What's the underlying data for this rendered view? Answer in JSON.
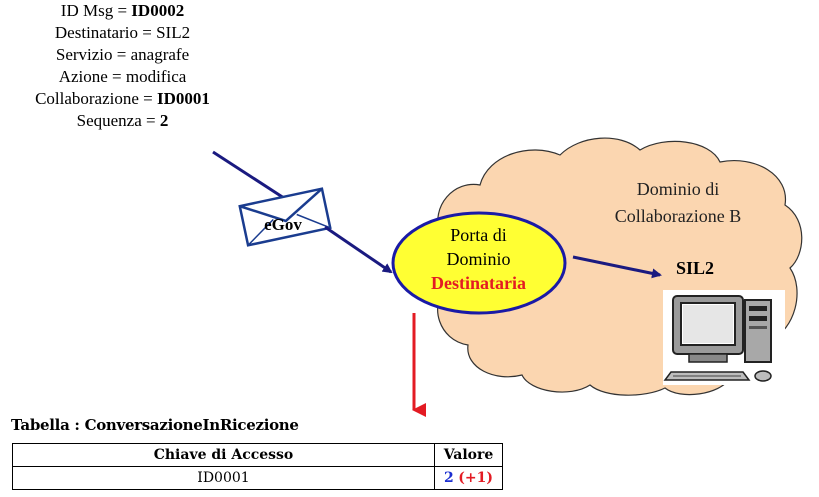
{
  "message": {
    "id_label": "ID Msg = ",
    "id_value": "ID0002",
    "destinatario": "Destinatario = SIL2",
    "servizio": "Servizio = anagrafe",
    "azione": "Azione = modifica",
    "collab_label": "Collaborazione = ",
    "collab_value": "ID0001",
    "seq_label": "Sequenza = ",
    "seq_value": "2"
  },
  "envelope": {
    "label": "eGov"
  },
  "cloud": {
    "line1": "Dominio di",
    "line2": "Collaborazione B"
  },
  "porta": {
    "line1": "Porta di",
    "line2": "Dominio",
    "line3": "Destinataria"
  },
  "sil": {
    "label": "SIL2"
  },
  "table": {
    "title": "Tabella : ConversazioneInRicezione",
    "headers": [
      "Chiave di Accesso",
      "Valore"
    ],
    "rows": [
      {
        "key": "ID0001",
        "value_main": "2",
        "value_delta": "(+1)"
      }
    ]
  },
  "colors": {
    "cloud_fill": "#fbd6b0",
    "ellipse_fill": "#ffff33",
    "ellipse_stroke": "#1a1aa6",
    "arrow_navy": "#1a1a80",
    "arrow_red": "#e31b23"
  },
  "icons": [
    "envelope-icon",
    "computer-icon"
  ]
}
